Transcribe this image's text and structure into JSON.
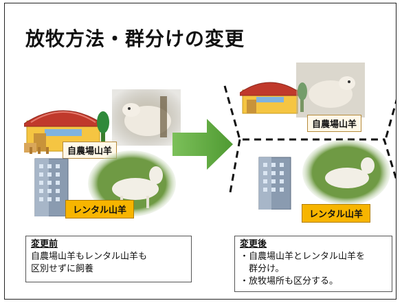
{
  "title": "放牧方法・群分けの変更",
  "labels": {
    "farm_goat_before": "自農場山羊",
    "rental_goat_before": "レンタル山羊",
    "farm_goat_after": "自農場山羊",
    "rental_goat_after": "レンタル山羊"
  },
  "before": {
    "heading": "変更前",
    "lines": [
      "自農場山羊もレンタル山羊も",
      "区別せずに飼養"
    ]
  },
  "after": {
    "heading": "変更後",
    "lines": [
      "・自農場山羊とレンタル山羊を",
      "　群分け。",
      "・放牧場所も区分する。"
    ]
  },
  "colors": {
    "arrow": "#6ab04c",
    "rental_label": "#f7b500",
    "barn_roof": "#c0392b",
    "barn_wall": "#f5c542",
    "building": "#8a9bb0",
    "grass": "#5c8a3a"
  },
  "icons": [
    "barn-icon",
    "sheep-photo",
    "office-building-icon",
    "goat-photo",
    "right-arrow"
  ]
}
